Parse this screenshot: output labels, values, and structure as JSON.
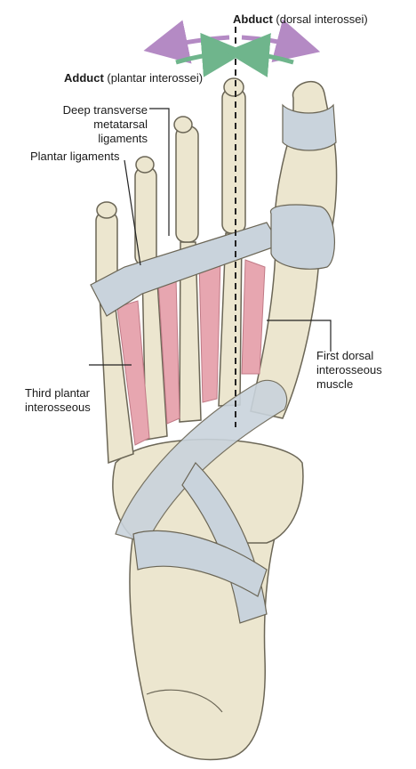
{
  "labels": {
    "abduct": {
      "bold": "Abduct",
      "rest": " (dorsal interossei)"
    },
    "adduct": {
      "bold": "Adduct",
      "rest": " (plantar interossei)"
    },
    "deep_transverse": {
      "line1": "Deep transverse",
      "line2": "metatarsal ligaments"
    },
    "plantar_ligaments": "Plantar ligaments",
    "third_plantar": {
      "line1": "Third plantar",
      "line2": "interosseous"
    },
    "first_dorsal": {
      "line1": "First dorsal",
      "line2": "interosseous",
      "line3": "muscle"
    }
  },
  "colors": {
    "bone": "#ece6cf",
    "bone_outline": "#6b6656",
    "ligament": "#c9d3dc",
    "muscle": "#e7a6b0",
    "abduct_arrow": "#b48ac4",
    "adduct_arrow": "#6fb58c"
  }
}
